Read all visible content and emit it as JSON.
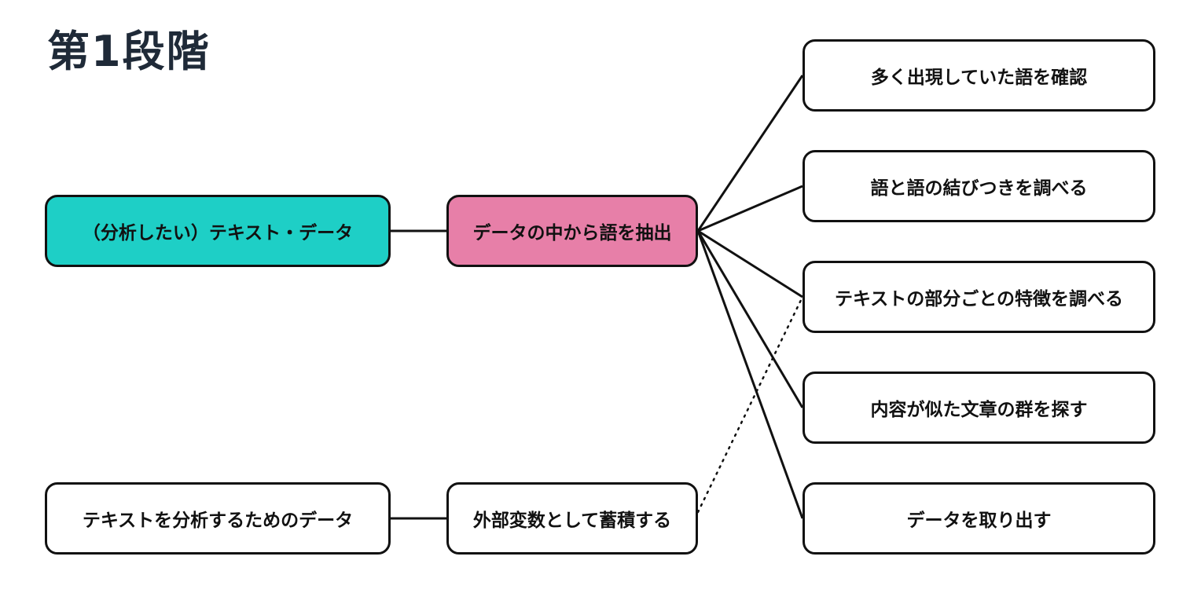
{
  "title": "第1段階",
  "colors": {
    "source_fill": "#1ecfc6",
    "extract_fill": "#e77fa8",
    "box_fill": "#ffffff",
    "stroke": "#111111",
    "title_text": "#1f2a38"
  },
  "nodes": {
    "source_text_data": "（分析したい）テキスト・データ",
    "extract_words": "データの中から語を抽出",
    "external_data": "テキストを分析するためのデータ",
    "store_variables": "外部変数として蓄積する",
    "check_frequent_words": "多く出現していた語を確認",
    "word_connections": "語と語の結びつきを調べる",
    "section_features": "テキストの部分ごとの特徴を調べる",
    "similar_documents": "内容が似た文章の群を探す",
    "extract_data": "データを取り出す"
  }
}
